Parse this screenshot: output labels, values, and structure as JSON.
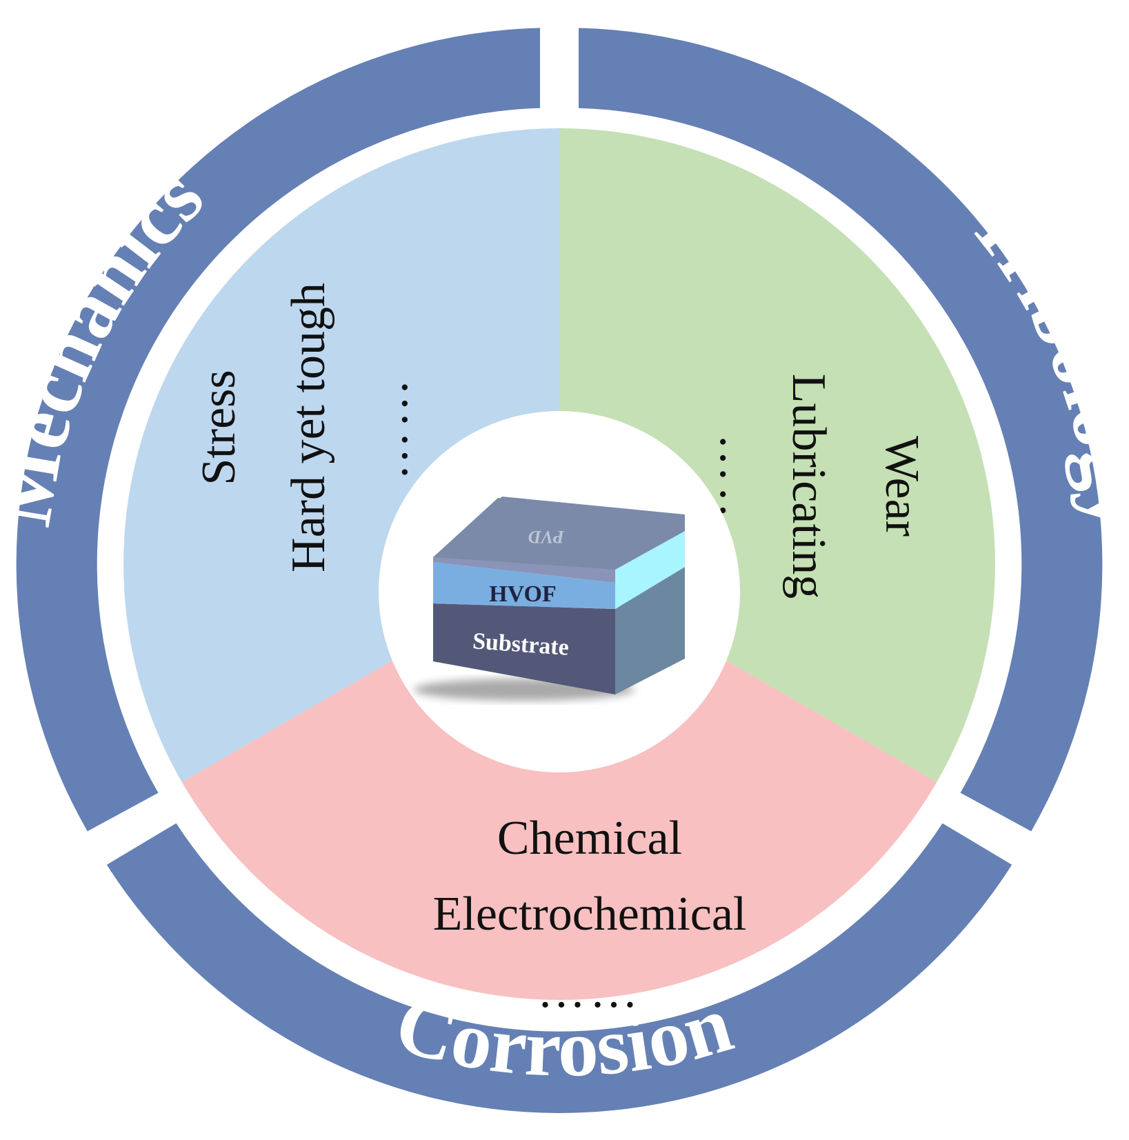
{
  "diagram": {
    "ring": {
      "color": "#6580b4",
      "titles": {
        "mechanics": "Mechanics",
        "tribology": "Tribology",
        "corrosion": "Corrosion"
      }
    },
    "sectors": {
      "mechanics": {
        "color": "#bdd7ee",
        "lines": [
          "Stress",
          "Hard yet tough",
          "……"
        ]
      },
      "tribology": {
        "color": "#c5e0b4",
        "lines": [
          "Wear",
          "Lubricating",
          "……"
        ]
      },
      "corrosion": {
        "color": "#f8c0c0",
        "lines": [
          "Chemical",
          "Electrochemical",
          "……"
        ]
      }
    },
    "coating_block": {
      "layers": {
        "pvd": "PVD",
        "hvof": "HVOF",
        "substrate": "Substrate"
      },
      "colors": {
        "pvd_top": "#7a8aa8",
        "interlayer": "#a8f4ff",
        "hvof": "#7aaee0",
        "substrate": "#545878",
        "side_dark": "#6c88a0"
      }
    }
  }
}
